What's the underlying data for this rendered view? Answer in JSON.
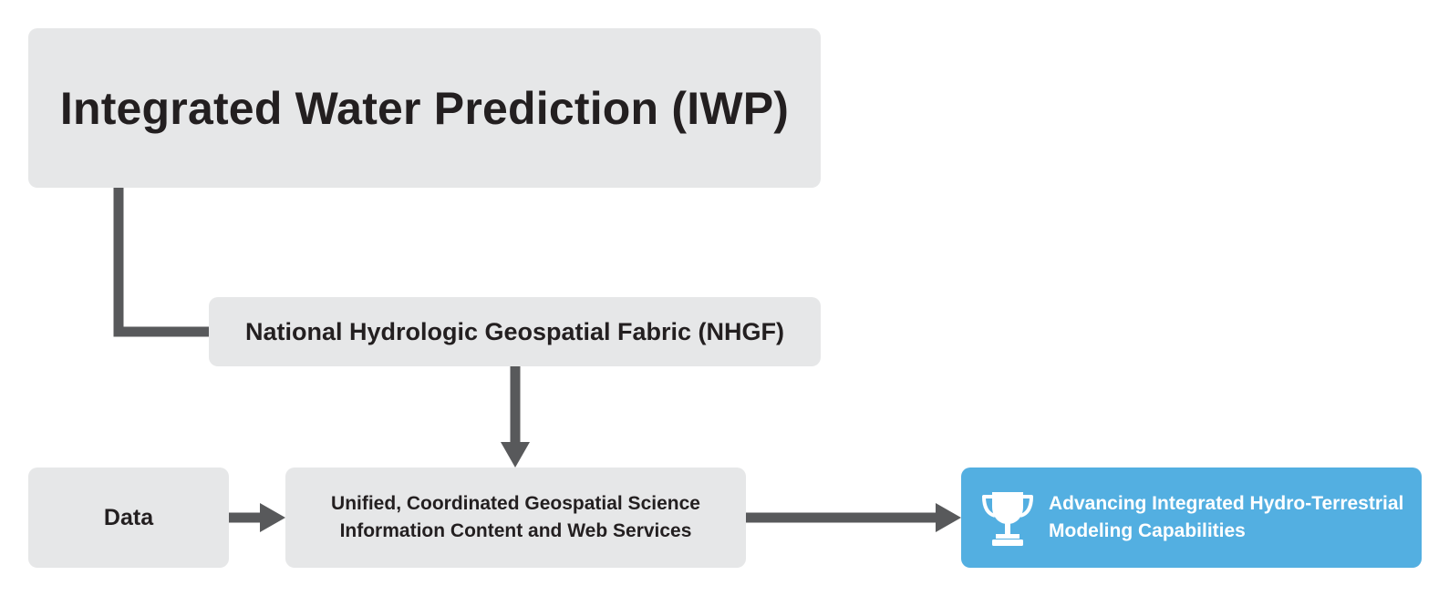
{
  "diagram": {
    "iwp": {
      "label": "Integrated Water Prediction (IWP)"
    },
    "nhgf": {
      "label": "National Hydrologic Geospatial Fabric (NHGF)"
    },
    "data_box": {
      "label": "Data"
    },
    "unified": {
      "line1": "Unified, Coordinated Geospatial Science",
      "line2": "Information Content and Web Services"
    },
    "advancing": {
      "line1": "Advancing Integrated Hydro-Terrestrial",
      "line2": "Modeling Capabilities",
      "icon": "trophy-icon"
    },
    "colors": {
      "box_fill": "#e6e7e8",
      "connector": "#58595b",
      "accent_box": "#53afe1",
      "text": "#231f20"
    }
  }
}
